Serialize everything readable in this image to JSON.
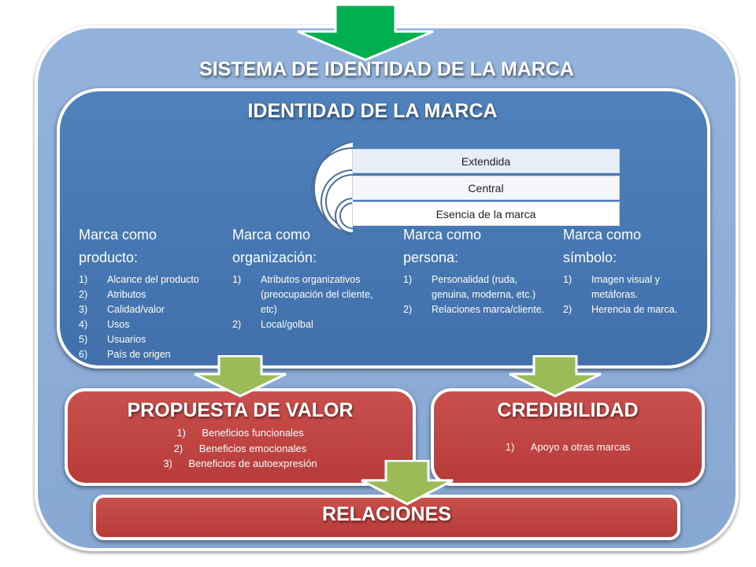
{
  "sistema": {
    "title": "SISTEMA DE IDENTIDAD DE LA MARCA"
  },
  "identidad": {
    "title": "IDENTIDAD DE LA MARCA",
    "layers": [
      "Extendida",
      "Central",
      "Esencia de la marca"
    ]
  },
  "columns": [
    {
      "title_line1": "Marca como",
      "title_line2": "producto:",
      "items": [
        {
          "n": "1)",
          "text": "Alcance del producto"
        },
        {
          "n": "2)",
          "text": "Atributos"
        },
        {
          "n": "3)",
          "text": "Calidad/valor"
        },
        {
          "n": "4)",
          "text": "Usos"
        },
        {
          "n": "5)",
          "text": "Usuarios"
        },
        {
          "n": "6)",
          "text": "País de origen"
        }
      ]
    },
    {
      "title_line1": "Marca como",
      "title_line2": "organización:",
      "items": [
        {
          "n": "1)",
          "text": "Atributos organizativos (preocupación del cliente, etc)"
        },
        {
          "n": "2)",
          "text": "Local/golbal"
        }
      ]
    },
    {
      "title_line1": "Marca como",
      "title_line2": "persona:",
      "items": [
        {
          "n": "1)",
          "text": "Personalidad (ruda, genuina, moderna, etc.)"
        },
        {
          "n": "2)",
          "text": "Relaciones marca/cliente."
        }
      ]
    },
    {
      "title_line1": "Marca como",
      "title_line2": "símbolo:",
      "items": [
        {
          "n": "1)",
          "text": "Imagen visual y metáforas."
        },
        {
          "n": "2)",
          "text": "Herencia de marca."
        }
      ]
    }
  ],
  "propuesta": {
    "title": "PROPUESTA DE VALOR",
    "items": [
      {
        "n": "1)",
        "text": "Beneficios funcionales"
      },
      {
        "n": "2)",
        "text": "Beneficios emocionales"
      },
      {
        "n": "3)",
        "text": "Beneficios de autoexpresión"
      }
    ]
  },
  "credibilidad": {
    "title": "CREDIBILIDAD",
    "items": [
      {
        "n": "1)",
        "text": "Apoyo a otras marcas"
      }
    ]
  },
  "relaciones": {
    "title": "RELACIONES"
  },
  "colors": {
    "outer_fill": "#93b3dc",
    "inner_fill": "#4f81bd",
    "red_fill": "#c0504d",
    "top_arrow": "#00b050",
    "flow_arrow": "#9bbb59"
  }
}
